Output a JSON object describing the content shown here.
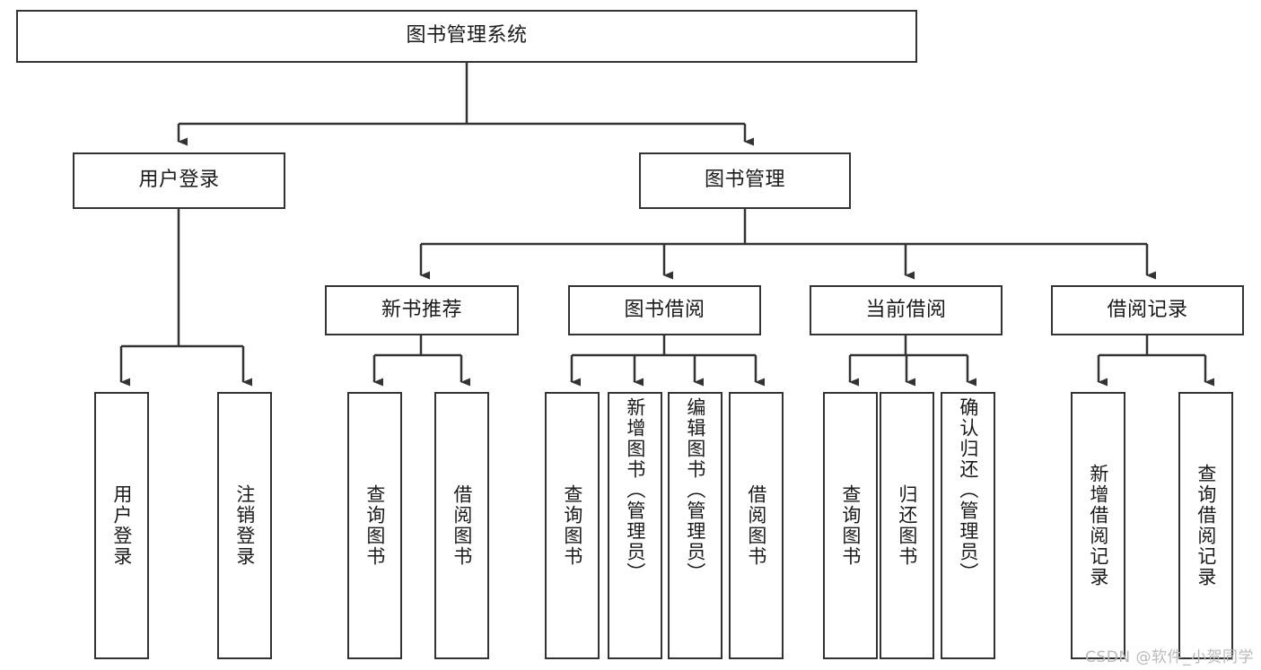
{
  "diagram": {
    "type": "tree-hierarchy",
    "title": "图书管理系统",
    "orientation": "top-down",
    "colors": {
      "box_border": "#333333",
      "box_fill": "#ffffff",
      "connector": "#333333",
      "text": "#1a1a1a",
      "watermark": "#b9b9b9",
      "background": "#ffffff"
    },
    "root": {
      "id": "root",
      "label": "图书管理系统",
      "orientation": "horizontal"
    },
    "level2": [
      {
        "id": "user-login",
        "label": "用户登录",
        "orientation": "horizontal"
      },
      {
        "id": "book-management",
        "label": "图书管理",
        "orientation": "horizontal"
      }
    ],
    "level3": [
      {
        "id": "new-book-recommend",
        "label": "新书推荐",
        "orientation": "horizontal",
        "parent": "book-management"
      },
      {
        "id": "book-borrow",
        "label": "图书借阅",
        "orientation": "horizontal",
        "parent": "book-management"
      },
      {
        "id": "current-borrow",
        "label": "当前借阅",
        "orientation": "horizontal",
        "parent": "book-management"
      },
      {
        "id": "borrow-record",
        "label": "借阅记录",
        "orientation": "horizontal",
        "parent": "book-management"
      }
    ],
    "leaves": [
      {
        "id": "leaf-user-login",
        "label": "用户登录",
        "orientation": "vertical",
        "parent": "user-login"
      },
      {
        "id": "leaf-logout",
        "label": "注销登录",
        "orientation": "vertical",
        "parent": "user-login"
      },
      {
        "id": "leaf-query-book-1",
        "label": "查询图书",
        "orientation": "vertical",
        "parent": "new-book-recommend"
      },
      {
        "id": "leaf-borrow-book-1",
        "label": "借阅图书",
        "orientation": "vertical",
        "parent": "new-book-recommend"
      },
      {
        "id": "leaf-query-book-2",
        "label": "查询图书",
        "orientation": "vertical",
        "parent": "book-borrow"
      },
      {
        "id": "leaf-add-book",
        "label": "新增图书（管理员）",
        "orientation": "vertical",
        "parent": "book-borrow"
      },
      {
        "id": "leaf-edit-book",
        "label": "编辑图书（管理员）",
        "orientation": "vertical",
        "parent": "book-borrow"
      },
      {
        "id": "leaf-borrow-book-2",
        "label": "借阅图书",
        "orientation": "vertical",
        "parent": "book-borrow"
      },
      {
        "id": "leaf-query-book-3",
        "label": "查询图书",
        "orientation": "vertical",
        "parent": "current-borrow"
      },
      {
        "id": "leaf-return-book",
        "label": "归还图书",
        "orientation": "vertical",
        "parent": "current-borrow"
      },
      {
        "id": "leaf-confirm-return",
        "label": "确认归还（管理员）",
        "orientation": "vertical",
        "parent": "current-borrow"
      },
      {
        "id": "leaf-add-record",
        "label": "新增借阅记录",
        "orientation": "vertical",
        "parent": "borrow-record"
      },
      {
        "id": "leaf-query-record",
        "label": "查询借阅记录",
        "orientation": "vertical",
        "parent": "borrow-record"
      }
    ]
  },
  "watermark": {
    "text": "CSDN @软件_小贺同学"
  }
}
